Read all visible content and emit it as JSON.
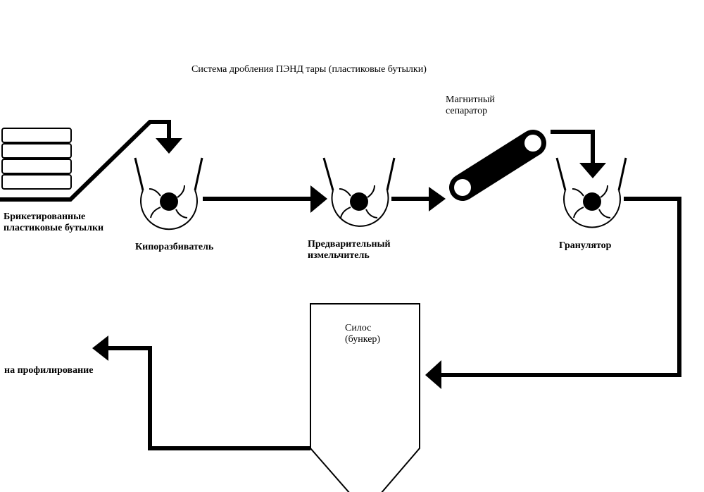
{
  "title": "Система дробления ПЭНД тары (пластиковые бутылки)",
  "labels": {
    "bales": "Брикетированные\nпластиковые бутылки",
    "bale_breaker": "Кипоразбиватель",
    "pre_shredder": "Предварительный\nизмельчитель",
    "magnetic_separator": "Магнитный\nсепаратор",
    "granulator": "Гранулятор",
    "silo": "Силос\n(бункер)",
    "output": "на профилирование"
  },
  "colors": {
    "line": "#000000",
    "background": "#ffffff"
  }
}
